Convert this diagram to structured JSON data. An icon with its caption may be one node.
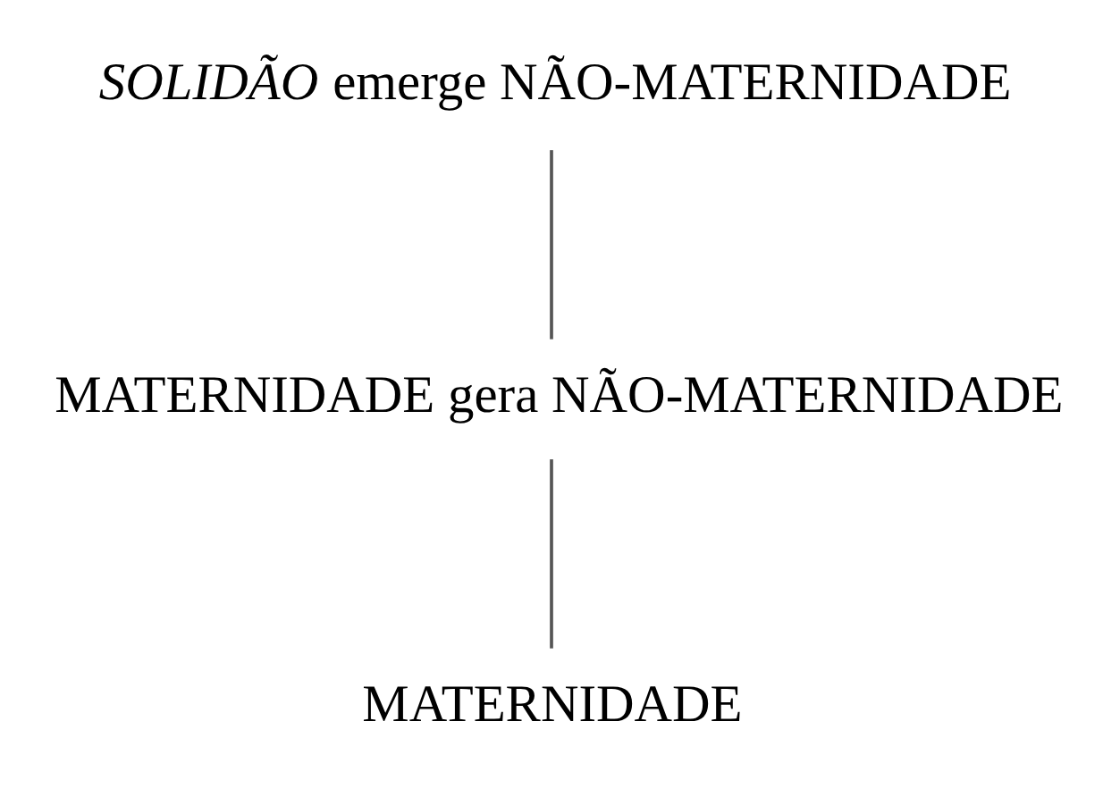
{
  "diagram": {
    "nodes": [
      {
        "text": [
          "*SOLIDÃO* emerge NÃO-MATERNIDADE"
        ]
      },
      {
        "text": [
          "MATERNIDADE gera NÃO-MATERNIDADE"
        ]
      },
      {
        "text": [
          "MATERNIDADE"
        ]
      }
    ],
    "edges": [
      {
        "from": 2,
        "to": 1,
        "arrow": "none"
      },
      {
        "from": 1,
        "to": 0,
        "arrow": "none"
      }
    ]
  }
}
